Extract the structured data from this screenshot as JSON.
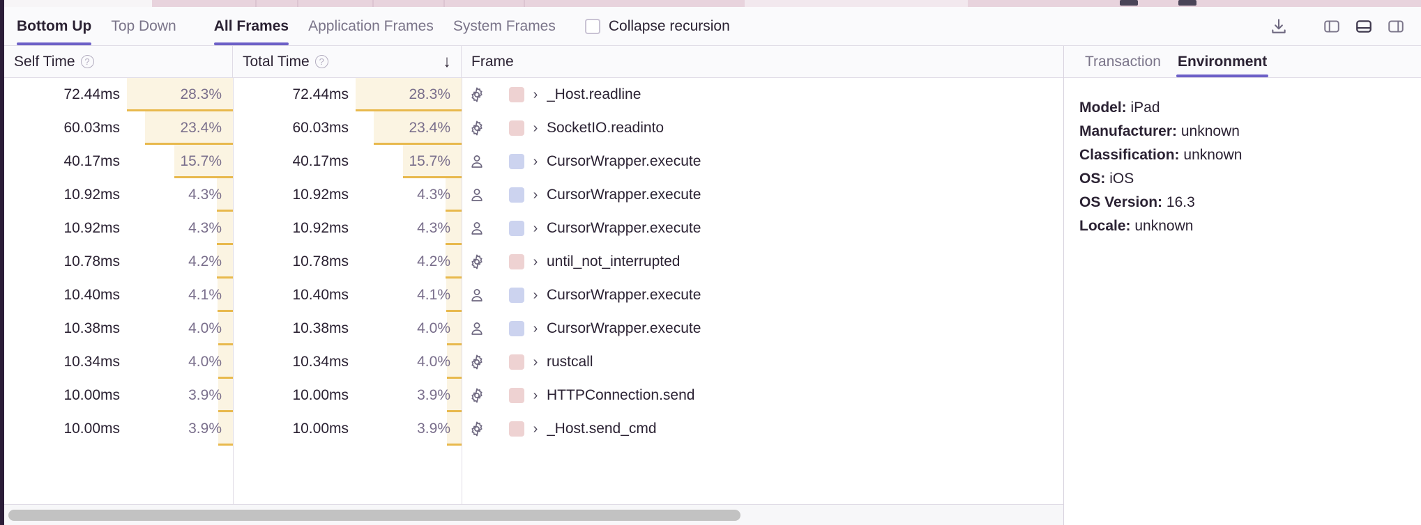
{
  "toolbar": {
    "view_tabs": [
      {
        "label": "Bottom Up",
        "active": true
      },
      {
        "label": "Top Down",
        "active": false
      }
    ],
    "frame_tabs": [
      {
        "label": "All Frames",
        "active": true
      },
      {
        "label": "Application Frames",
        "active": false
      },
      {
        "label": "System Frames",
        "active": false
      }
    ],
    "collapse_recursion": {
      "label": "Collapse recursion",
      "checked": false
    },
    "icons": [
      {
        "name": "download-icon",
        "active": false
      },
      {
        "name": "panel-left-icon",
        "active": false
      },
      {
        "name": "panel-bottom-icon",
        "active": true
      },
      {
        "name": "panel-right-icon",
        "active": false
      }
    ]
  },
  "table": {
    "columns": [
      {
        "key": "self_time",
        "label": "Self Time",
        "has_help": true,
        "sorted": false
      },
      {
        "key": "total_time",
        "label": "Total Time",
        "has_help": true,
        "sorted": true,
        "sort_dir": "desc",
        "sort_glyph": "↓"
      },
      {
        "key": "frame",
        "label": "Frame",
        "has_help": false,
        "sorted": false
      }
    ],
    "rows": [
      {
        "self_time": "72.44ms",
        "self_pct": "28.3%",
        "self_pct_value": 28.3,
        "total_time": "72.44ms",
        "total_pct": "28.3%",
        "total_pct_value": 28.3,
        "frame_type": "system",
        "color": "#eed2d2",
        "frame": "_Host.readline"
      },
      {
        "self_time": "60.03ms",
        "self_pct": "23.4%",
        "self_pct_value": 23.4,
        "total_time": "60.03ms",
        "total_pct": "23.4%",
        "total_pct_value": 23.4,
        "frame_type": "system",
        "color": "#eed2d2",
        "frame": "SocketIO.readinto"
      },
      {
        "self_time": "40.17ms",
        "self_pct": "15.7%",
        "self_pct_value": 15.7,
        "total_time": "40.17ms",
        "total_pct": "15.7%",
        "total_pct_value": 15.7,
        "frame_type": "application",
        "color": "#ccd3ef",
        "frame": "CursorWrapper.execute"
      },
      {
        "self_time": "10.92ms",
        "self_pct": "4.3%",
        "self_pct_value": 4.3,
        "total_time": "10.92ms",
        "total_pct": "4.3%",
        "total_pct_value": 4.3,
        "frame_type": "application",
        "color": "#ccd3ef",
        "frame": "CursorWrapper.execute"
      },
      {
        "self_time": "10.92ms",
        "self_pct": "4.3%",
        "self_pct_value": 4.3,
        "total_time": "10.92ms",
        "total_pct": "4.3%",
        "total_pct_value": 4.3,
        "frame_type": "application",
        "color": "#ccd3ef",
        "frame": "CursorWrapper.execute"
      },
      {
        "self_time": "10.78ms",
        "self_pct": "4.2%",
        "self_pct_value": 4.2,
        "total_time": "10.78ms",
        "total_pct": "4.2%",
        "total_pct_value": 4.2,
        "frame_type": "system",
        "color": "#eed2d2",
        "frame": "until_not_interrupted"
      },
      {
        "self_time": "10.40ms",
        "self_pct": "4.1%",
        "self_pct_value": 4.1,
        "total_time": "10.40ms",
        "total_pct": "4.1%",
        "total_pct_value": 4.1,
        "frame_type": "application",
        "color": "#ccd3ef",
        "frame": "CursorWrapper.execute"
      },
      {
        "self_time": "10.38ms",
        "self_pct": "4.0%",
        "self_pct_value": 4.0,
        "total_time": "10.38ms",
        "total_pct": "4.0%",
        "total_pct_value": 4.0,
        "frame_type": "application",
        "color": "#ccd3ef",
        "frame": "CursorWrapper.execute"
      },
      {
        "self_time": "10.34ms",
        "self_pct": "4.0%",
        "self_pct_value": 4.0,
        "total_time": "10.34ms",
        "total_pct": "4.0%",
        "total_pct_value": 4.0,
        "frame_type": "system",
        "color": "#eed2d2",
        "frame": "rustcall"
      },
      {
        "self_time": "10.00ms",
        "self_pct": "3.9%",
        "self_pct_value": 3.9,
        "total_time": "10.00ms",
        "total_pct": "3.9%",
        "total_pct_value": 3.9,
        "frame_type": "system",
        "color": "#eed2d2",
        "frame": "HTTPConnection.send"
      },
      {
        "self_time": "10.00ms",
        "self_pct": "3.9%",
        "self_pct_value": 3.9,
        "total_time": "10.00ms",
        "total_pct": "3.9%",
        "total_pct_value": 3.9,
        "frame_type": "system",
        "color": "#eed2d2",
        "frame": "_Host.send_cmd"
      }
    ],
    "expander_glyph": "›"
  },
  "details": {
    "tabs": [
      {
        "label": "Transaction",
        "active": false
      },
      {
        "label": "Environment",
        "active": true
      }
    ],
    "fields": [
      {
        "key": "Model:",
        "value": "iPad"
      },
      {
        "key": "Manufacturer:",
        "value": "unknown"
      },
      {
        "key": "Classification:",
        "value": "unknown"
      },
      {
        "key": "OS:",
        "value": "iOS"
      },
      {
        "key": "OS Version:",
        "value": "16.3"
      },
      {
        "key": "Locale:",
        "value": "unknown"
      }
    ]
  },
  "colors": {
    "accent": "#6c5fc7",
    "pct_fill": "#fbf4e2",
    "pct_bar": "#e8b94d",
    "system_frame": "#eed2d2",
    "application_frame": "#ccd3ef"
  }
}
